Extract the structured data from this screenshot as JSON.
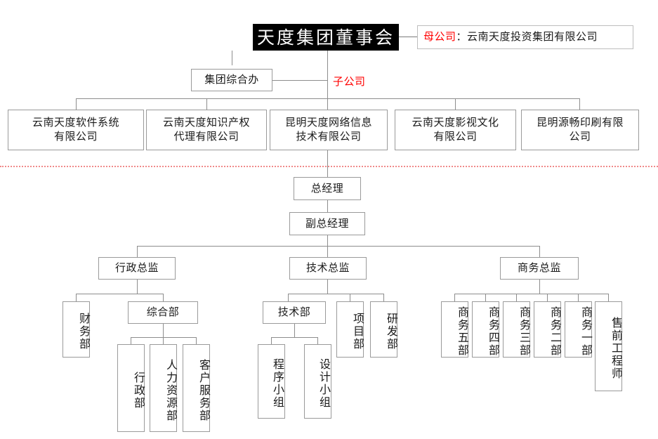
{
  "chart": {
    "title": "天度集团董事会",
    "separator_style": "dotted-red"
  },
  "legend": {
    "parent_label": "母公司",
    "parent_separator": "：",
    "parent_company": "云南天度投资集团有限公司",
    "parent_full": "母公司：云南天度投资集团有限公司",
    "subsidiary_label": "子公司"
  },
  "group_section": {
    "board": "天度集团董事会",
    "general_office": "集团综合办",
    "subsidiaries": [
      "云南天度软件系统\n有限公司",
      "云南天度知识产权\n代理有限公司",
      "昆明天度网络信息\n技术有限公司",
      "云南天度影视文化\n有限公司",
      "昆明源畅印刷有限\n公司"
    ]
  },
  "management_section": {
    "general_manager": "总经理",
    "deputy_general_manager": "副总经理",
    "directors": [
      "行政总监",
      "技术总监",
      "商务总监"
    ],
    "admin_children": [
      "财务部",
      "综合部"
    ],
    "admin_sub_children": [
      "行政部",
      "人力资源部",
      "客户服务部"
    ],
    "tech_children": [
      "技术部",
      "项目部",
      "研发部"
    ],
    "tech_sub_children": [
      "程序小组",
      "设计小组"
    ],
    "business_children": [
      "商务五部",
      "商务四部",
      "商务三部",
      "商务二部",
      "商务一部",
      "售前工程师"
    ]
  },
  "colors": {
    "root_bg": "#000000",
    "root_text": "#ffffff",
    "box_border": "#9a9a9a",
    "line": "#8d8d8d",
    "accent_red": "#ff0000",
    "separator": "#f08a8a"
  }
}
